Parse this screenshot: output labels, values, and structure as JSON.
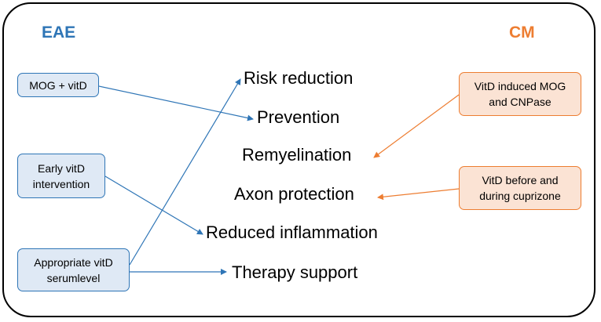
{
  "colors": {
    "eae": "#2e75b6",
    "cm": "#ed7d31",
    "eae_fill": "#dfe9f5",
    "cm_fill": "#fbe3d4"
  },
  "headings": {
    "eae": "EAE",
    "cm": "CM"
  },
  "eae_boxes": {
    "mog_vitd": "MOG + vitD",
    "early_vitd": "Early vitD\nintervention",
    "appropriate_vitd": "Appropriate vitD\nserumlevel"
  },
  "cm_boxes": {
    "vitd_induced": "VitD induced MOG\nand CNPase",
    "vitd_cuprizone": "VitD before and\nduring cuprizone"
  },
  "outcomes": {
    "risk_reduction": "Risk reduction",
    "prevention": "Prevention",
    "remyelination": "Remyelination",
    "axon_protection": "Axon protection",
    "reduced_inflammation": "Reduced inflammation",
    "therapy_support": "Therapy support"
  }
}
